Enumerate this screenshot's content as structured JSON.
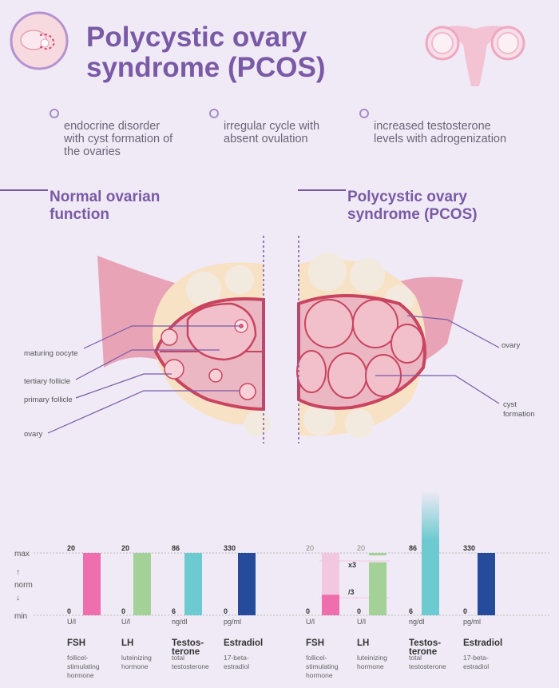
{
  "header": {
    "title": "Polycystic ovary\nsyndrome (PCOS)",
    "bullets": [
      "endocrine disorder\nwith cyst formation of\nthe ovaries",
      "irregular cycle with\nabsent ovulation",
      "increased testosterone\nlevels with adrogenization"
    ]
  },
  "normal": {
    "title": "Normal ovarian\nfunction",
    "labels": [
      "maturing oocyte",
      "tertiary follicle",
      "primary follicle",
      "ovary"
    ]
  },
  "pcos": {
    "title": "Polycystic ovary\nsyndrome (PCOS)",
    "labels": [
      "ovary",
      "cyst\nformation"
    ]
  },
  "axis": {
    "max": "max",
    "norm": "norm",
    "min": "min",
    "up_arrow": "↑",
    "down_arrow": "↓"
  },
  "colors": {
    "fsh": "#ef6fae",
    "fsh_light": "#f2c8e1",
    "lh": "#a3d197",
    "testo": "#6ccad0",
    "estradiol": "#264b9a",
    "title": "#7a5aa6",
    "ovary": "#e6a2b4"
  },
  "chart_data": [
    {
      "type": "bar",
      "title": "",
      "categories": [
        "FSH",
        "LH",
        "Testos-terone",
        "Estradiol"
      ],
      "descriptions": [
        "follicel-\nstimulating\nhormone",
        "luteinizing\nhormone",
        "total\ntestosterone",
        "17-beta-\nestradiol"
      ],
      "units": [
        "U/l",
        "U/l",
        "ng/dl",
        "pg/ml"
      ],
      "min_labels": [
        "0",
        "0",
        "6",
        "0"
      ],
      "max_labels": [
        "20",
        "20",
        "86",
        "330"
      ],
      "values_fraction_of_max": [
        1.0,
        1.0,
        1.0,
        1.0
      ]
    },
    {
      "type": "bar",
      "title": "",
      "categories": [
        "FSH",
        "LH",
        "Testos-terone",
        "Estradiol"
      ],
      "descriptions": [
        "follicel-\nstimulating\nhormone",
        "luteinizing\nhormone",
        "total\ntestosterone",
        "17-beta-\nestradiol"
      ],
      "units": [
        "U/l",
        "U/l",
        "ng/dl",
        "pg/ml"
      ],
      "min_labels": [
        "0",
        "0",
        "6",
        "0"
      ],
      "max_labels": [
        "20",
        "20",
        "86",
        "330"
      ],
      "values_fraction_of_max": [
        0.33,
        0.85,
        2.0,
        1.0
      ],
      "annotations": [
        "x3",
        "/3"
      ]
    }
  ]
}
